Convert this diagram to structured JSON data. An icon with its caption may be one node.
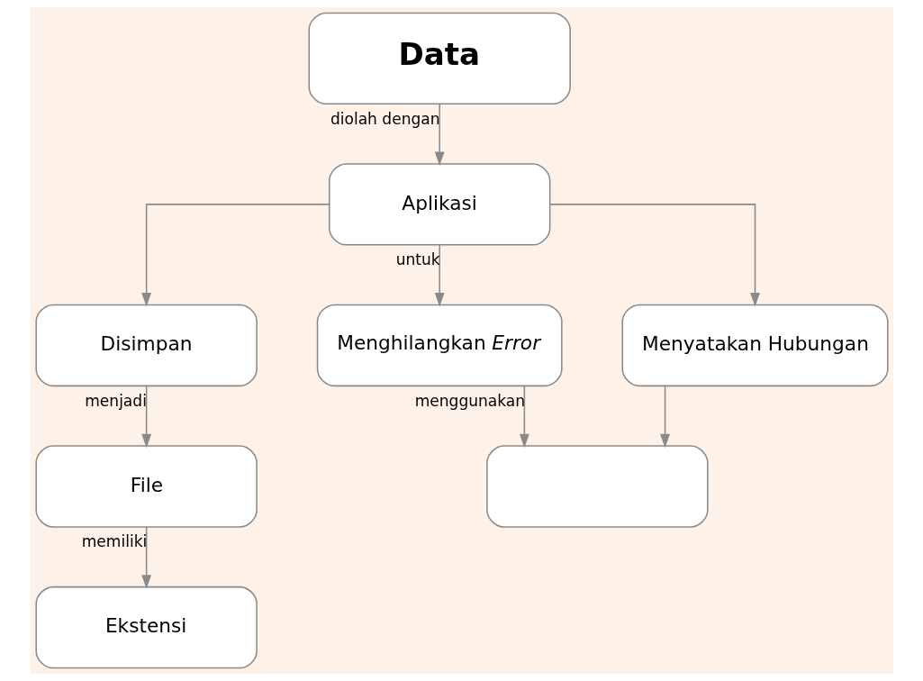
{
  "diagram": {
    "nodes": [
      {
        "text": [
          "Data"
        ]
      },
      {
        "text": [
          "Aplikasi"
        ]
      },
      {
        "text": [
          "Disimpan"
        ]
      },
      {
        "text": [
          "Menghilangkan *Error*"
        ]
      },
      {
        "text": [
          "Menyatakan Hubungan"
        ]
      },
      {
        "text": [
          "File"
        ]
      },
      {
        "text": [
          "Ekstensi"
        ]
      },
      {
        "text": [],
        "shape": "box"
      }
    ],
    "edges": [
      {
        "from": 0,
        "to": 1,
        "arrow": "to",
        "label": "diolah dengan"
      },
      {
        "from": 1,
        "to": 2,
        "arrow": "to"
      },
      {
        "from": 1,
        "to": 3,
        "arrow": "to",
        "label": "untuk"
      },
      {
        "from": 1,
        "to": 4,
        "arrow": "to"
      },
      {
        "from": 2,
        "to": 5,
        "arrow": "to",
        "label": "menjadi"
      },
      {
        "from": 5,
        "to": 6,
        "arrow": "to",
        "label": "memiliki"
      },
      {
        "from": 3,
        "to": 7,
        "arrow": "to",
        "label": "menggunakan"
      },
      {
        "from": 4,
        "to": 7,
        "arrow": "to"
      }
    ]
  }
}
